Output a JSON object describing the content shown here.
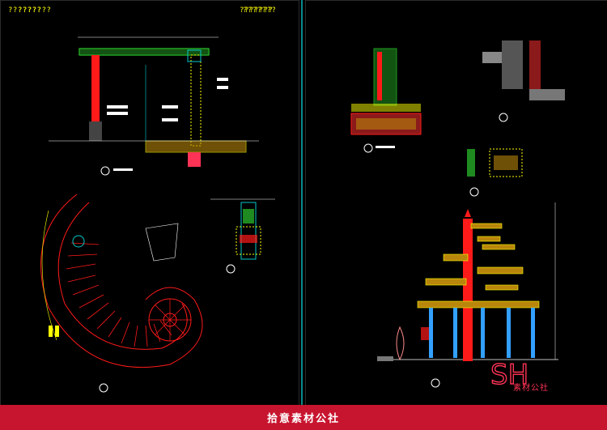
{
  "sheets": {
    "left": {
      "title_a": "???????",
      "title_b": "???????"
    },
    "right": {
      "title_a": "???????",
      "title_b": "???????"
    }
  },
  "watermark": {
    "logo": "SH",
    "text": "素材公社"
  },
  "footer": {
    "text": "拾意素材公社"
  },
  "colors": {
    "background": "#000000",
    "footer": "#c8152f",
    "accent_red": "#ff1a1a",
    "accent_green": "#33ff33",
    "accent_yellow": "#ffff00",
    "line_cyan": "#00c8c8"
  }
}
